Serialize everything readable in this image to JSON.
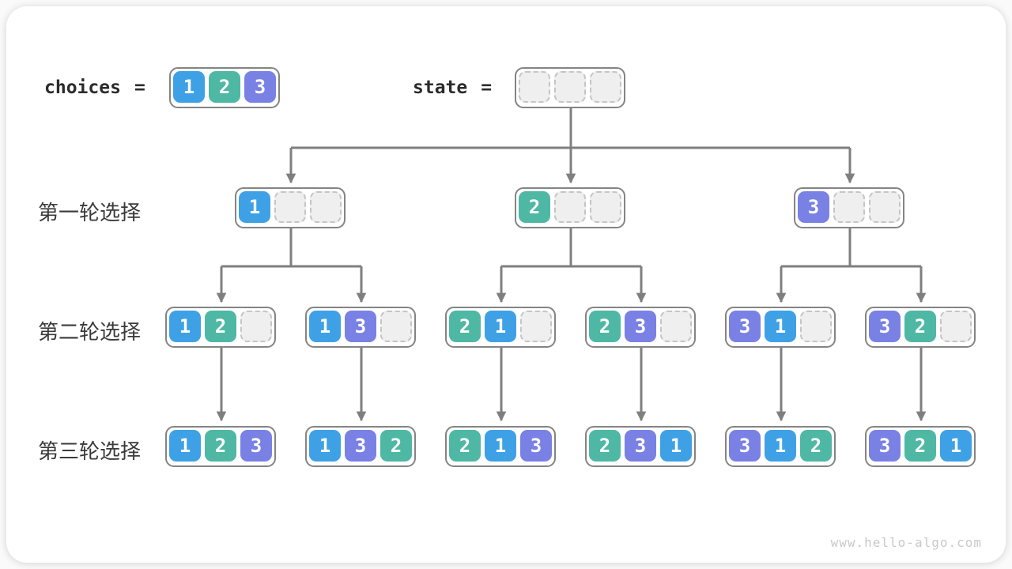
{
  "colors": {
    "1": "#3EA1E5",
    "2": "#4EB8A4",
    "3": "#7A81E4"
  },
  "header": {
    "choices": {
      "label": "choices",
      "equals": "=",
      "cells": [
        1,
        2,
        3
      ]
    },
    "state": {
      "label": "state",
      "equals": "=",
      "cells": [
        null,
        null,
        null
      ]
    }
  },
  "rows": [
    {
      "label": "第一轮选择",
      "nodes": [
        [
          1,
          null,
          null
        ],
        [
          2,
          null,
          null
        ],
        [
          3,
          null,
          null
        ]
      ]
    },
    {
      "label": "第二轮选择",
      "nodes": [
        [
          1,
          2,
          null
        ],
        [
          1,
          3,
          null
        ],
        [
          2,
          1,
          null
        ],
        [
          2,
          3,
          null
        ],
        [
          3,
          1,
          null
        ],
        [
          3,
          2,
          null
        ]
      ]
    },
    {
      "label": "第三轮选择",
      "nodes": [
        [
          1,
          2,
          3
        ],
        [
          1,
          3,
          2
        ],
        [
          2,
          1,
          3
        ],
        [
          2,
          3,
          1
        ],
        [
          3,
          1,
          2
        ],
        [
          3,
          2,
          1
        ]
      ]
    }
  ],
  "watermark": "www.hello-algo.com"
}
